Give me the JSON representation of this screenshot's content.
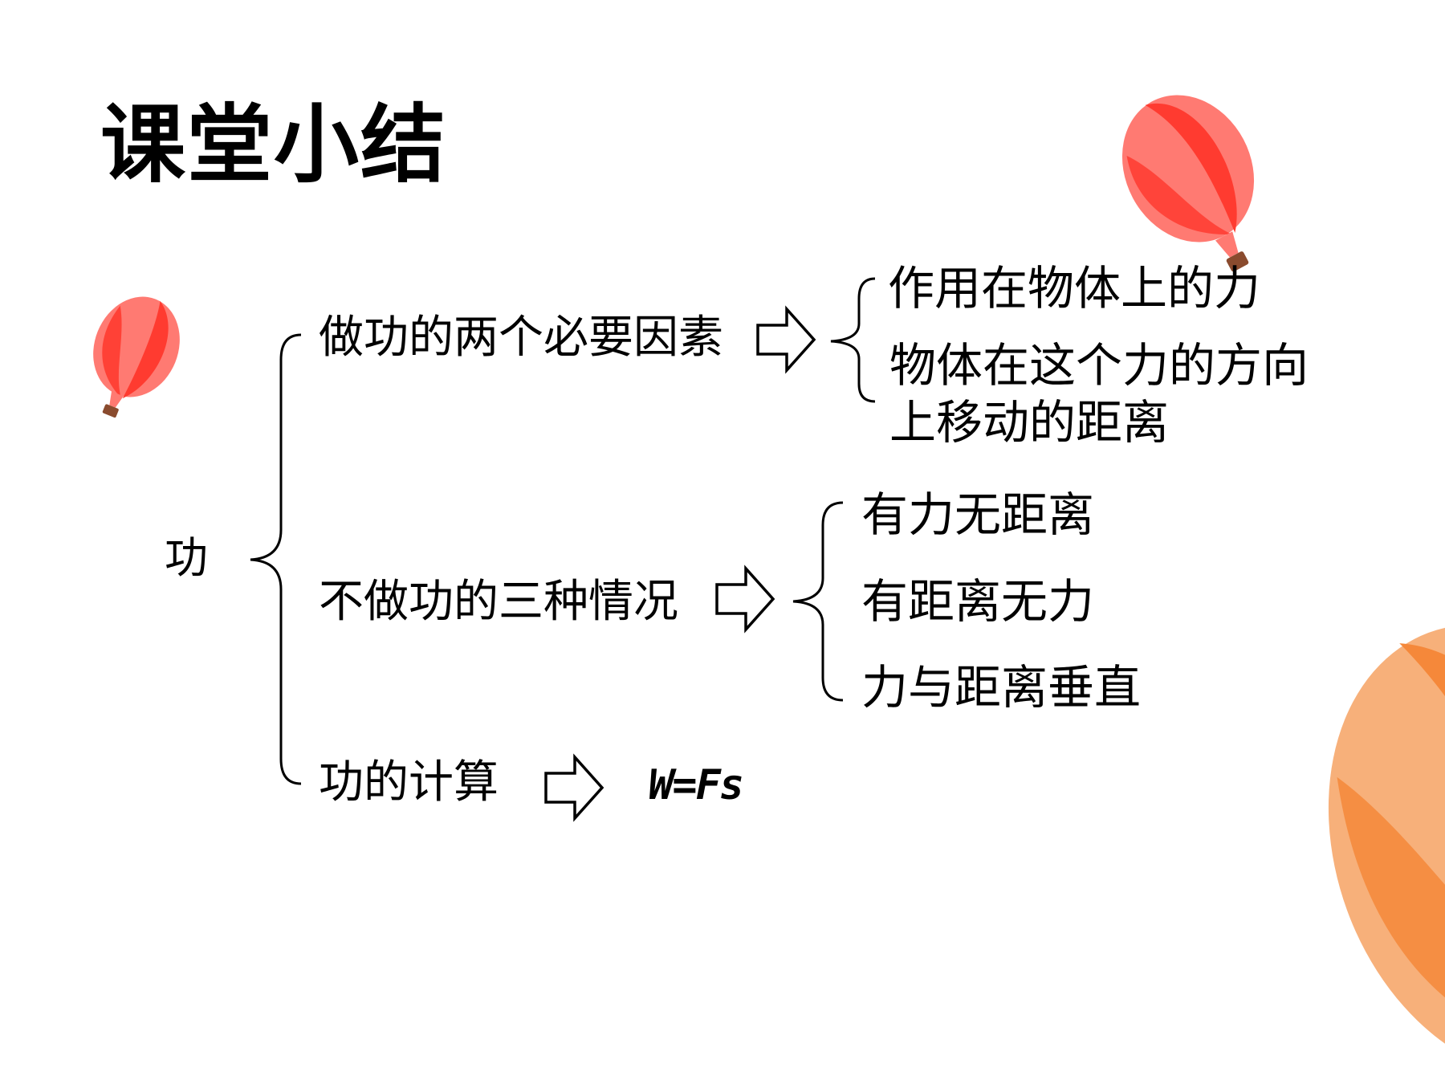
{
  "title": "课堂小结",
  "root": {
    "label": "功"
  },
  "branches": [
    {
      "label": "做功的两个必要因素",
      "children": [
        "作用在物体上的力",
        "物体在这个力的方向",
        "上移动的距离"
      ]
    },
    {
      "label": "不做功的三种情况",
      "children": [
        "有力无距离",
        "有距离无力",
        "力与距离垂直"
      ]
    },
    {
      "label": "功的计算",
      "formula": "W=Fs"
    }
  ],
  "colors": {
    "balloon_red": "#ff3b30",
    "balloon_red_light": "#ff7a72",
    "balloon_orange": "#f5883a",
    "balloon_orange_light": "#f7b07a",
    "basket": "#8a4b2e",
    "line": "#000000"
  },
  "icons": [
    "hot-air-balloon-icon",
    "right-arrow-icon",
    "curly-brace-icon"
  ]
}
